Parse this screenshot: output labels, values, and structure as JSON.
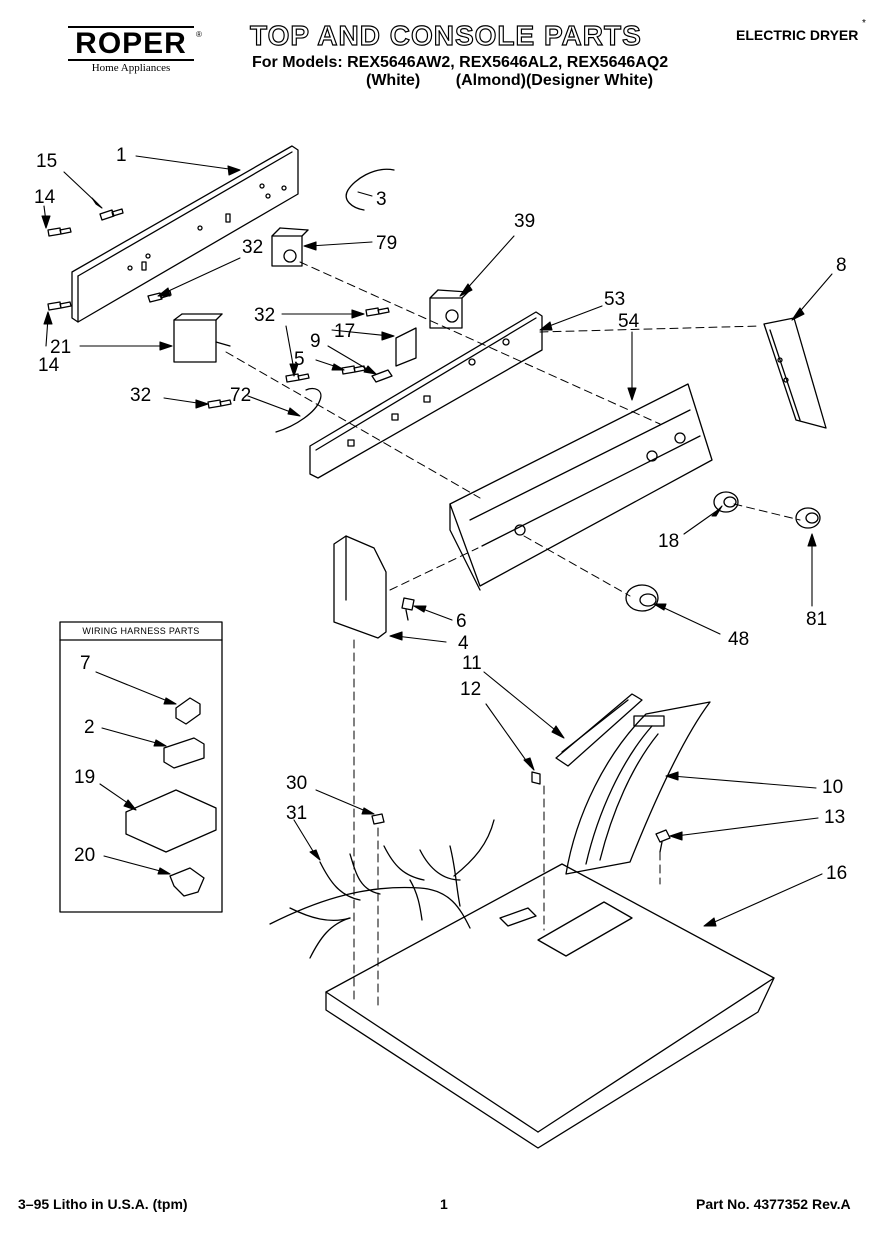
{
  "header": {
    "brand": "ROPER",
    "brand_mark": "®",
    "brand_sub": "Home Appliances",
    "title": "TOP AND CONSOLE PARTS",
    "models_line": "For Models: REX5646AW2, REX5646AL2, REX5646AQ2",
    "colors_line": "(White)        (Almond)(Designer White)",
    "product": "ELECTRIC DRYER",
    "product_mark": "*"
  },
  "inset": {
    "title": "WIRING HARNESS PARTS"
  },
  "callouts": {
    "c1": "1",
    "c15": "15",
    "c14a": "14",
    "c14b": "14",
    "c3": "3",
    "c79": "79",
    "c32a": "32",
    "c32b": "32",
    "c32c": "32",
    "c39": "39",
    "c53": "53",
    "c54": "54",
    "c8": "8",
    "c21": "21",
    "c17": "17",
    "c9": "9",
    "c5": "5",
    "c72": "72",
    "c18": "18",
    "c81": "81",
    "c6": "6",
    "c4": "4",
    "c48": "48",
    "c11": "11",
    "c12": "12",
    "c7": "7",
    "c2": "2",
    "c19": "19",
    "c20": "20",
    "c30": "30",
    "c31": "31",
    "c10": "10",
    "c13": "13",
    "c16": "16"
  },
  "footer": {
    "left": "3–95 Litho in U.S.A. (tpm)",
    "center": "1",
    "right": "Part No. 4377352 Rev.A"
  }
}
